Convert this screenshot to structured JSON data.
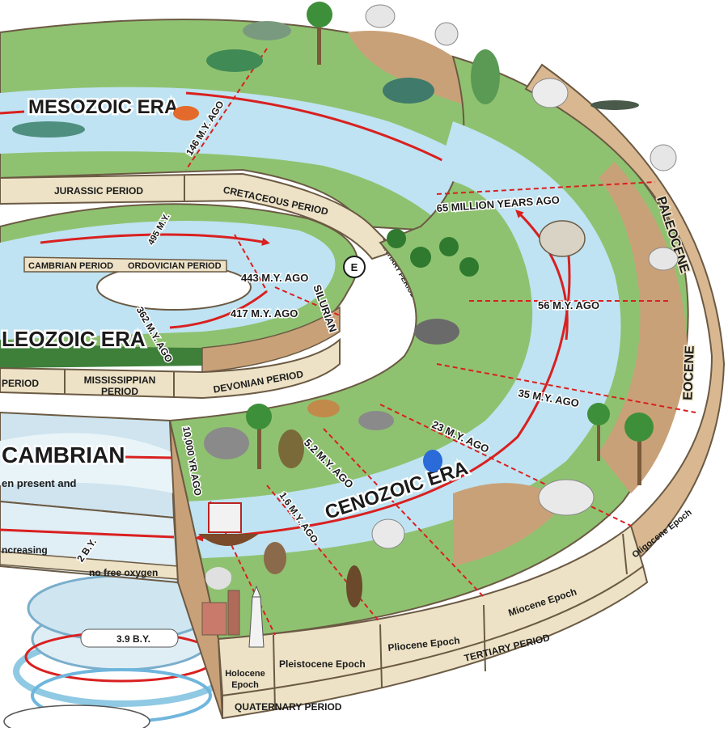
{
  "colors": {
    "land": "#8fc270",
    "land_dark": "#5e9a44",
    "rock": "#c9a178",
    "rock_dark": "#a67c55",
    "water": "#bfe3f2",
    "water_dark": "#8fc9e3",
    "strip": "#ede2c6",
    "strip_edge": "#6b5a44",
    "arrow": "#d92020",
    "dash": "#d92020"
  },
  "eras": {
    "mesozoic": "MESOZOIC ERA",
    "paleozoic": "LEOZOIC ERA",
    "cenozoic": "CENOZOIC ERA",
    "precambrian": "CAMBRIAN"
  },
  "periods": {
    "jurassic": "JURASSIC PERIOD",
    "cretaceous": "CRETACEOUS PERIOD",
    "cambrian": "CAMBRIAN PERIOD",
    "ordovician": "ORDOVICIAN PERIOD",
    "silurian": "SILURIAN",
    "devonian": "DEVONIAN PERIOD",
    "mississippian_1": "MISSISSIPPIAN",
    "mississippian_2": "PERIOD",
    "pennsylvanian_partial": "PERIOD",
    "tertiary_small": "TERTIARY PERIOD",
    "tertiary": "TERTIARY PERIOD",
    "quaternary": "QUATERNARY PERIOD"
  },
  "epochs": {
    "paleocene": "PALEOCENE",
    "eocene": "EOCENE",
    "oligocene": "Oligocene Epoch",
    "miocene": "Miocene Epoch",
    "pliocene": "Pliocene Epoch",
    "pleistocene": "Pleistocene Epoch",
    "holocene_1": "Holocene",
    "holocene_2": "Epoch"
  },
  "times": {
    "t146": "146 M.Y. AGO",
    "t65": "65 MILLION YEARS AGO",
    "t56": "56 M.Y. AGO",
    "t35": "35 M.Y. AGO",
    "t23": "23 M.Y. AGO",
    "t5_2": "5.2 M.Y. AGO",
    "t1_6": "1.6 M.Y. AGO",
    "t10000": "10,000 YR AGO",
    "t495": "495 M.Y.",
    "t443": "443 M.Y. AGO",
    "t417": "417 M.Y. AGO",
    "t362": "362 M.Y. AGO",
    "t2by": "2 B.Y.",
    "t3_9by": "3.9 B.Y."
  },
  "notes": {
    "oxygen_present": "en present and",
    "increasing": "ncreasing",
    "no_oxygen": "no free oxygen"
  },
  "marker": "E"
}
